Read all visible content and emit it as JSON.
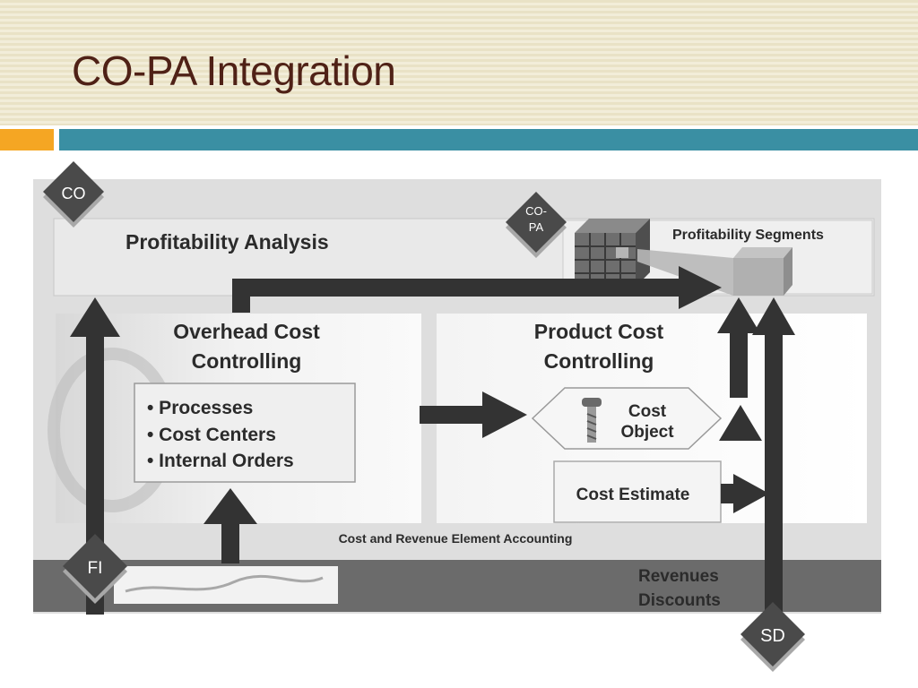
{
  "slide": {
    "title": "CO-PA Integration"
  },
  "badges": {
    "co": "CO",
    "copa_line1": "CO-",
    "copa_line2": "PA",
    "fi": "FI",
    "sd": "SD"
  },
  "profitability": {
    "title": "Profitability Analysis",
    "segments": "Profitability Segments"
  },
  "overhead": {
    "title_line1": "Overhead Cost",
    "title_line2": "Controlling",
    "items": [
      "• Processes",
      "• Cost Centers",
      "• Internal Orders"
    ]
  },
  "product": {
    "title_line1": "Product Cost",
    "title_line2": "Controlling",
    "cost_object_line1": "Cost",
    "cost_object_line2": "Object",
    "cost_estimate": "Cost Estimate"
  },
  "footer": {
    "element_accounting": "Cost and Revenue Element Accounting",
    "revenues": "Revenues",
    "discounts": "Discounts"
  },
  "colors": {
    "title_text": "#4f2116",
    "accent_orange": "#f5a623",
    "accent_teal": "#3a8fa3",
    "arrow": "#333333",
    "badge": "#4a4a4a"
  }
}
